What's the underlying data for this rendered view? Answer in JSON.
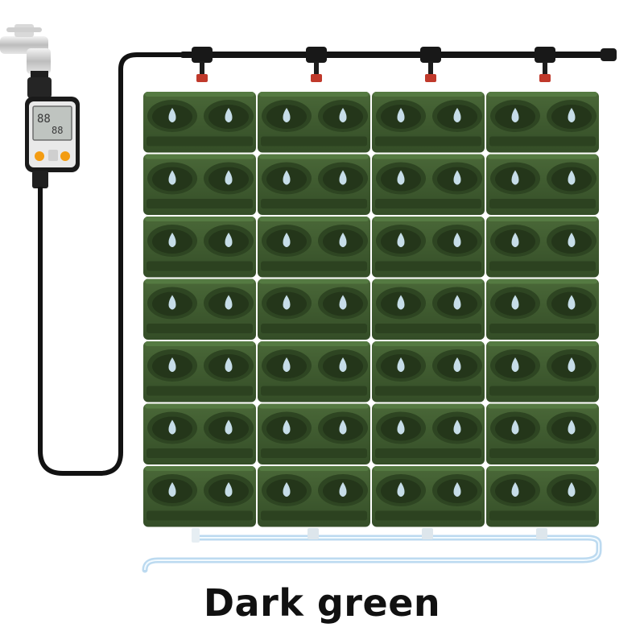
{
  "caption": "Dark green",
  "product": {
    "columns": 4,
    "rows": 7,
    "planter_color": "#3f5a2f",
    "planter_shadow": "#2c4220",
    "pocket_color": "#24361a",
    "drip_color": "#d8f0ff",
    "pipe_color": "#151515",
    "emitter_color": "#c0392b",
    "drain_color": "#bcdaf0"
  },
  "icons": [
    "faucet-icon",
    "water-timer-icon",
    "drip-emitter-icon",
    "drain-tube-icon"
  ]
}
